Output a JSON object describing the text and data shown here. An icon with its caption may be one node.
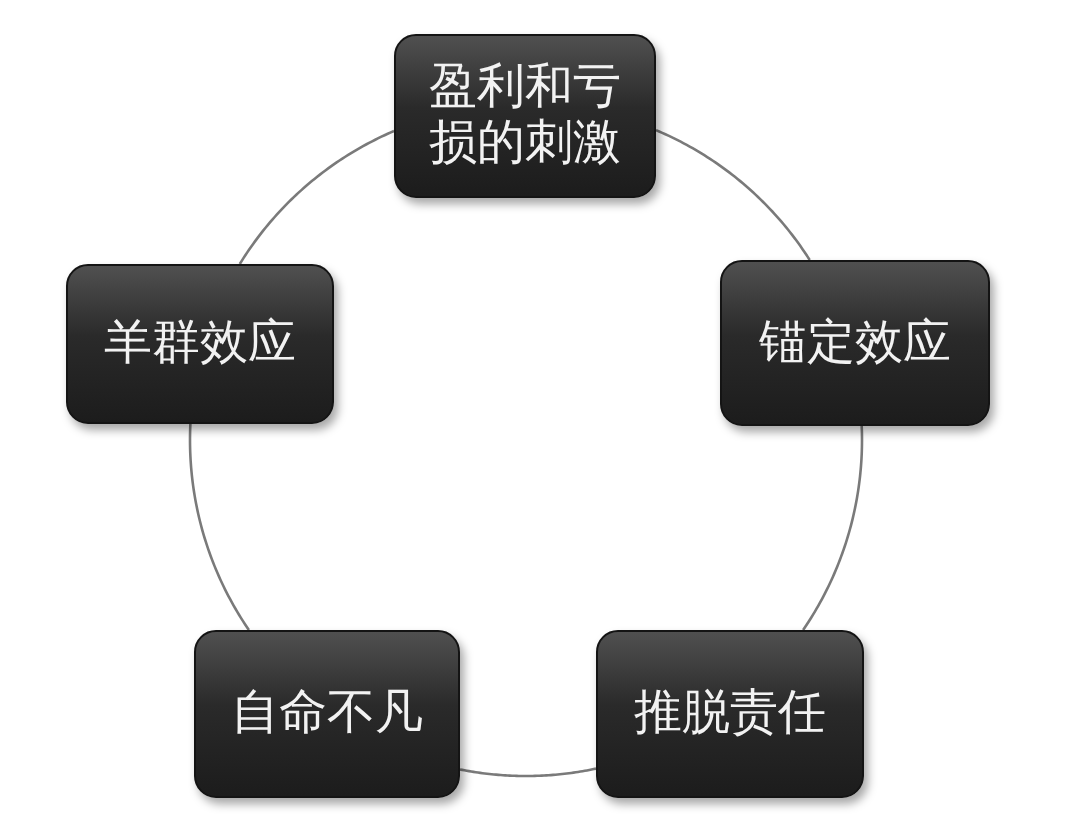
{
  "diagram": {
    "nodes": [
      {
        "text": [
          "盈利和亏损的刺激"
        ]
      },
      {
        "text": [
          "羊群效应"
        ]
      },
      {
        "text": [
          "锚定效应"
        ]
      },
      {
        "text": [
          "自命不凡"
        ]
      },
      {
        "text": [
          "推脱责任"
        ]
      }
    ],
    "edges": [
      {
        "from": 0,
        "to": 2,
        "arrow": "none"
      },
      {
        "from": 2,
        "to": 4,
        "arrow": "none"
      },
      {
        "from": 4,
        "to": 3,
        "arrow": "none"
      },
      {
        "from": 3,
        "to": 1,
        "arrow": "none"
      },
      {
        "from": 1,
        "to": 0,
        "arrow": "none"
      }
    ]
  }
}
